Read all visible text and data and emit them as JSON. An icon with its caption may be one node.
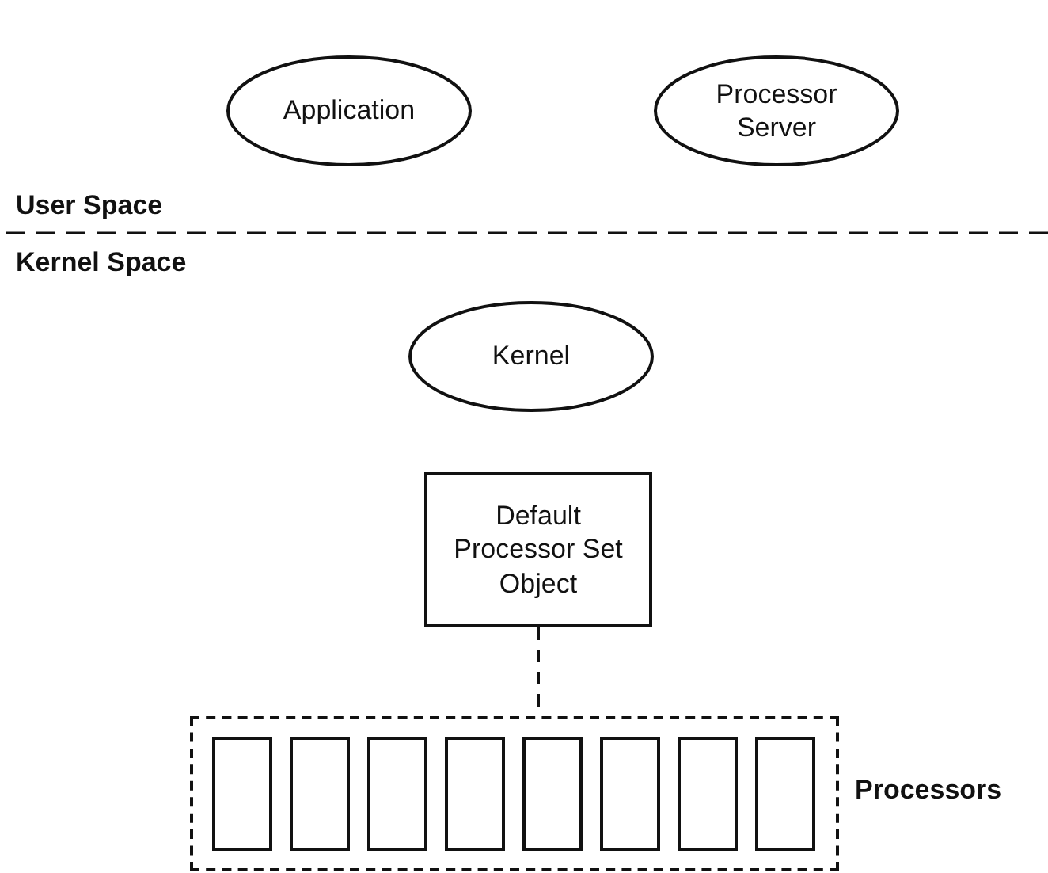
{
  "diagram": {
    "nodes": [
      {
        "text": [
          "Application"
        ]
      },
      {
        "text": [
          "Processor Server"
        ]
      },
      {
        "text": [
          "Kernel"
        ]
      },
      {
        "text": [
          "Default Processor Set Object"
        ]
      },
      {
        "text": [],
        "shape": "box",
        "beside": [
          "Processors"
        ]
      },
      {
        "text": [],
        "shape": "box",
        "in": 4
      },
      {
        "text": [],
        "shape": "box",
        "in": 4
      },
      {
        "text": [],
        "shape": "box",
        "in": 4
      },
      {
        "text": [],
        "shape": "box",
        "in": 4
      },
      {
        "text": [],
        "shape": "box",
        "in": 4
      },
      {
        "text": [],
        "shape": "box",
        "in": 4
      },
      {
        "text": [],
        "shape": "box",
        "in": 4
      },
      {
        "text": [],
        "shape": "box",
        "in": 4
      }
    ],
    "edges": [
      {
        "from": 3,
        "to": 4,
        "arrow": "none",
        "style": "dashed"
      }
    ],
    "labels": [
      "User Space",
      "Kernel Space"
    ]
  }
}
